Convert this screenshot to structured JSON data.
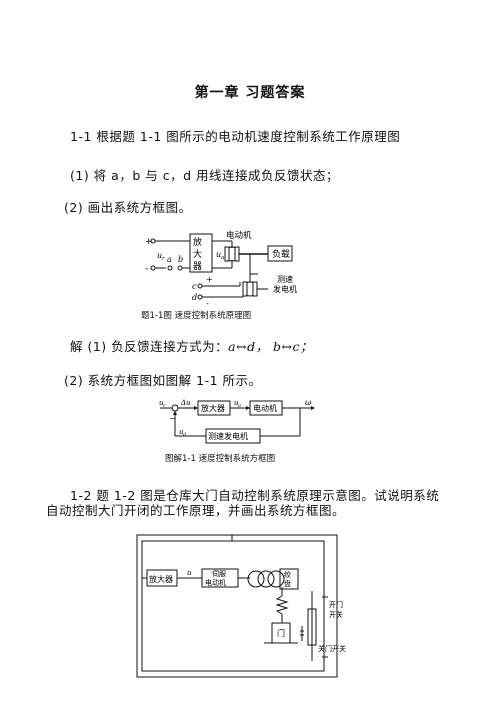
{
  "document": {
    "title": "第一章 习题答案",
    "problem_1_1": {
      "statement": "1-1 根据题 1-1 图所示的电动机速度控制系统工作原理图",
      "part1": "(1) 将 a，b 与 c，d 用线连接成负反馈状态；",
      "part2": "(2) 画出系统方框图。"
    },
    "figure_1_1": {
      "caption": "题1-1图 速度控制系统原理图",
      "amplifier_label": "放大器",
      "motor_label": "电动机",
      "load_label": "负载",
      "tachogenerator_label": "测速发电机",
      "plus": "+",
      "minus": "-",
      "input_symbol": "u",
      "input_sub": "r",
      "a": "a",
      "b": "b",
      "c": "c",
      "d": "d",
      "armature_symbol": "u",
      "armature_sub": "a"
    },
    "solution": {
      "line1_prefix": "解 (1) 负反馈连接方式为：",
      "line1_math": "a↔d， b↔c；",
      "line2": "(2) 系统方框图如图解 1-1 所示。"
    },
    "block_diagram": {
      "caption": "图解1-1 速度控制系统方框图",
      "amplifier": "放大器",
      "motor": "电动机",
      "tachogenerator": "测速发电机",
      "input": "u",
      "input_sub": "r",
      "error": "Δu",
      "armature": "u",
      "armature_sub": "a",
      "output": "ω",
      "feedback": "u",
      "feedback_sub": "d",
      "minus": "−"
    },
    "problem_1_2": {
      "line1": "1-2 题 1-2 图是仓库大门自动控制系统原理示意图。试说明系统",
      "line2": "自动控制大门开闭的工作原理，并画出系统方框图。"
    },
    "figure_1_2": {
      "amplifier": "放大器",
      "servo_motor_line1": "伺服",
      "servo_motor_line2": "电动机",
      "drum_line1": "绞",
      "drum_line2": "盘",
      "open_switch_line1": "开门",
      "open_switch_line2": "开关",
      "close_switch": "关门开关",
      "door_label": "门",
      "u_symbol": "u"
    }
  }
}
